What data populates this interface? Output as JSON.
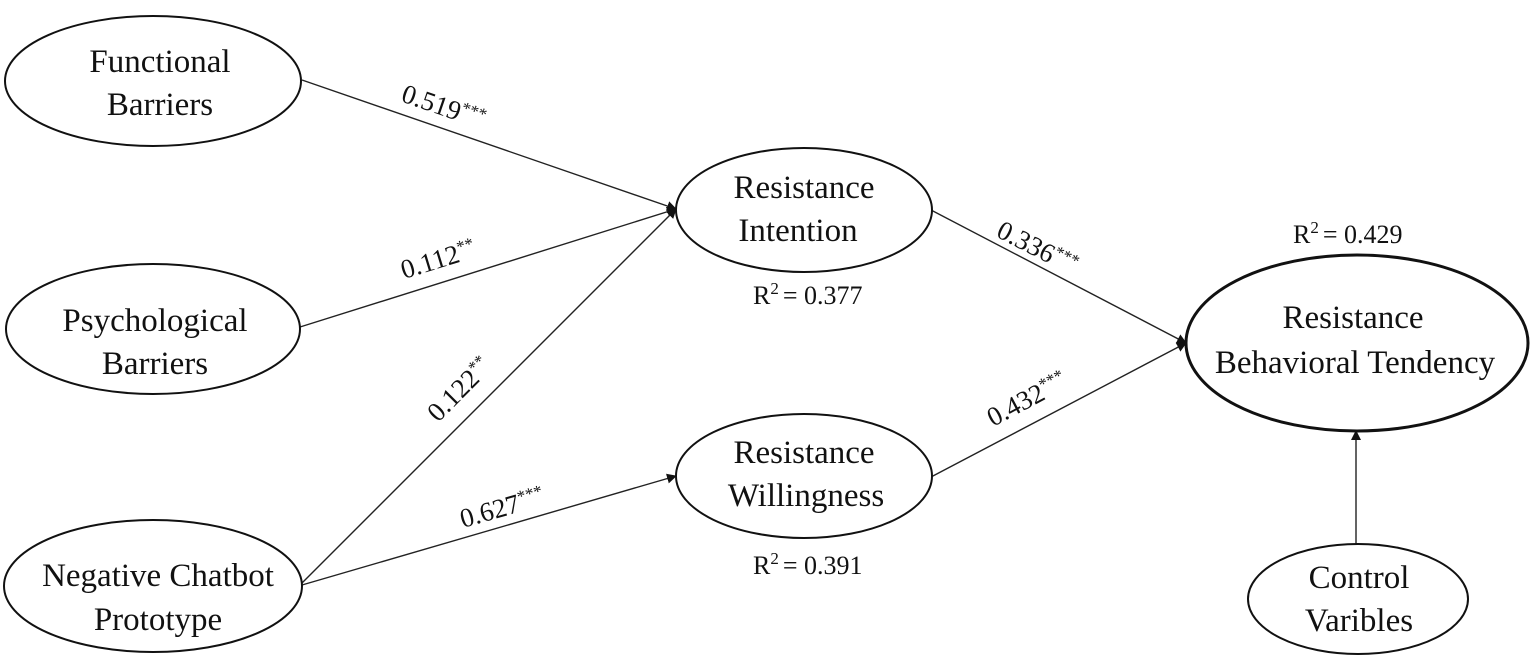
{
  "nodes": {
    "functional_barriers": [
      "Functional",
      "Barriers"
    ],
    "psychological_barriers": [
      "Psychological",
      "Barriers"
    ],
    "negative_chatbot_prototype": [
      "Negative Chatbot",
      "Prototype"
    ],
    "resistance_intention": [
      "Resistance",
      "Intention"
    ],
    "resistance_willingness": [
      "Resistance",
      "Willingness"
    ],
    "resistance_behavioral_tendency": [
      "Resistance",
      "Behavioral Tendency"
    ],
    "control_variables": [
      "Control",
      "Varibles"
    ]
  },
  "paths": {
    "fb_to_ri": {
      "coefficient": "0.519",
      "significance": "***"
    },
    "pb_to_ri": {
      "coefficient": "0.112",
      "significance": "**"
    },
    "ncp_to_ri": {
      "coefficient": "0.122",
      "significance": "**"
    },
    "ncp_to_rw": {
      "coefficient": "0.627",
      "significance": "***"
    },
    "ri_to_rbt": {
      "coefficient": "0.336",
      "significance": "***"
    },
    "rw_to_rbt": {
      "coefficient": "0.432",
      "significance": "***"
    },
    "cv_to_rbt": {}
  },
  "r_squared": {
    "symbol": "R",
    "exponent": "2",
    "resistance_intention": "= 0.377",
    "resistance_willingness": "= 0.391",
    "resistance_behavioral_tendency": "= 0.429"
  }
}
